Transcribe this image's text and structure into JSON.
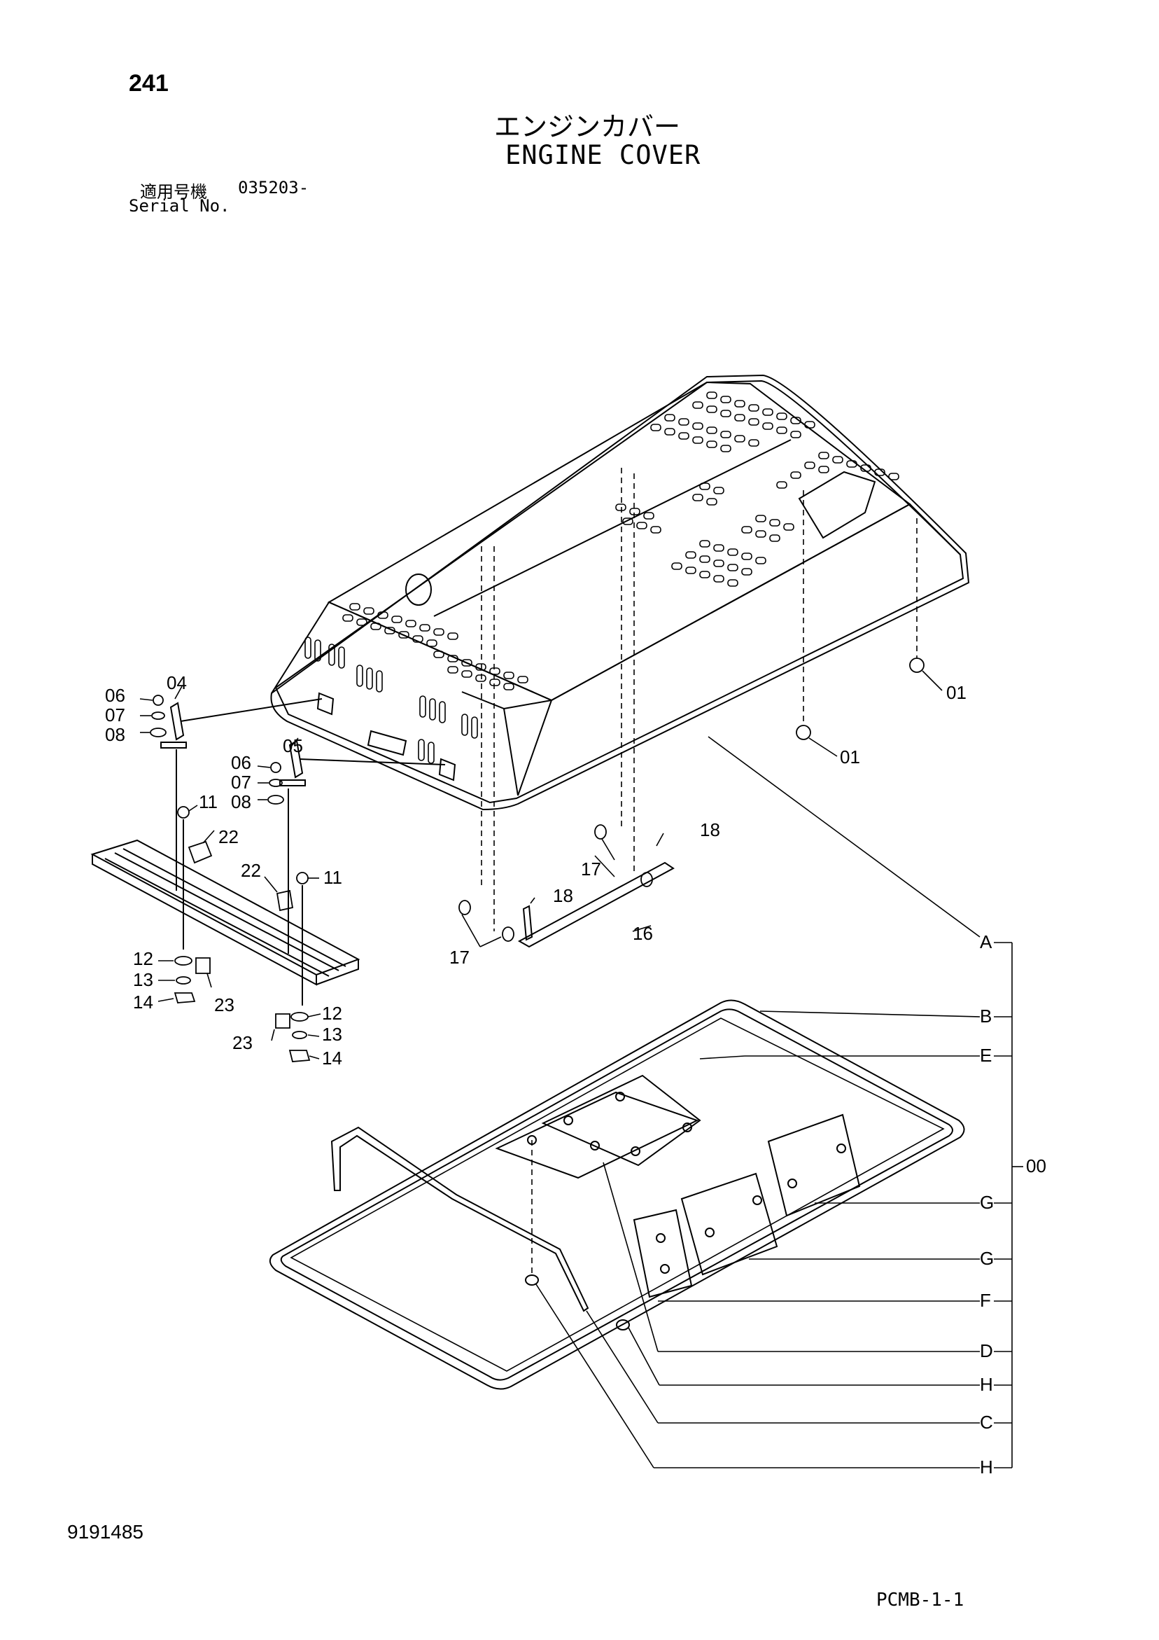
{
  "header": {
    "page_number": "241",
    "title_jp": "エンジンカバー",
    "title_en": "ENGINE COVER",
    "serial_label_jp": "適用号機",
    "serial_value": "035203-",
    "serial_label_en": "Serial No."
  },
  "footer": {
    "doc_number": "9191485",
    "page_code": "PCMB-1-1"
  },
  "callouts": {
    "c01a": "01",
    "c01b": "01",
    "c04": "04",
    "c05": "05",
    "c06a": "06",
    "c06b": "06",
    "c07a": "07",
    "c07b": "07",
    "c08a": "08",
    "c08b": "08",
    "c11a": "11",
    "c11b": "11",
    "c12a": "12",
    "c12b": "12",
    "c13a": "13",
    "c13b": "13",
    "c14a": "14",
    "c14b": "14",
    "c16": "16",
    "c17a": "17",
    "c17b": "17",
    "c18a": "18",
    "c18b": "18",
    "c22a": "22",
    "c22b": "22",
    "c23a": "23",
    "c23b": "23"
  },
  "assembly_labels": {
    "A": "A",
    "B": "B",
    "E": "E",
    "G1": "G",
    "G2": "G",
    "F": "F",
    "D": "D",
    "H1": "H",
    "C": "C",
    "H2": "H",
    "assembly": "00"
  }
}
